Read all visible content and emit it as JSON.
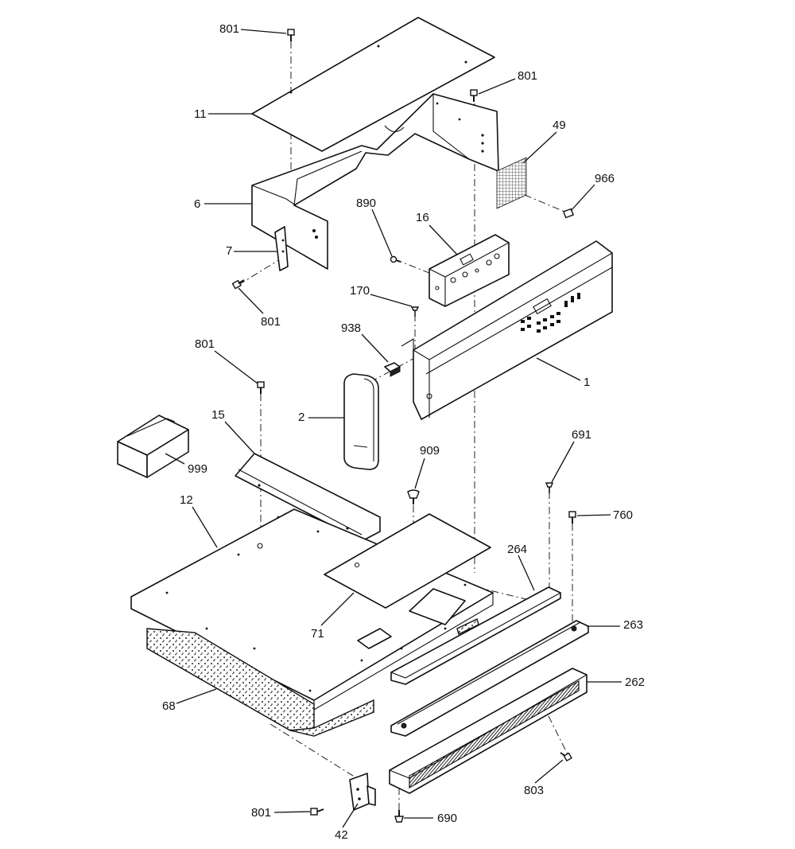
{
  "labels": {
    "l801a": "801",
    "l11": "11",
    "l801b": "801",
    "l49": "49",
    "l966": "966",
    "l6": "6",
    "l890": "890",
    "l16": "16",
    "l7": "7",
    "l801c": "801",
    "l170": "170",
    "l938": "938",
    "l801d": "801",
    "l1": "1",
    "l15": "15",
    "l2": "2",
    "l999": "999",
    "l691": "691",
    "l909": "909",
    "l760": "760",
    "l12": "12",
    "l264": "264",
    "l71": "71",
    "l263": "263",
    "l262": "262",
    "l68": "68",
    "l803": "803",
    "l801e": "801",
    "l690": "690",
    "l42": "42"
  }
}
